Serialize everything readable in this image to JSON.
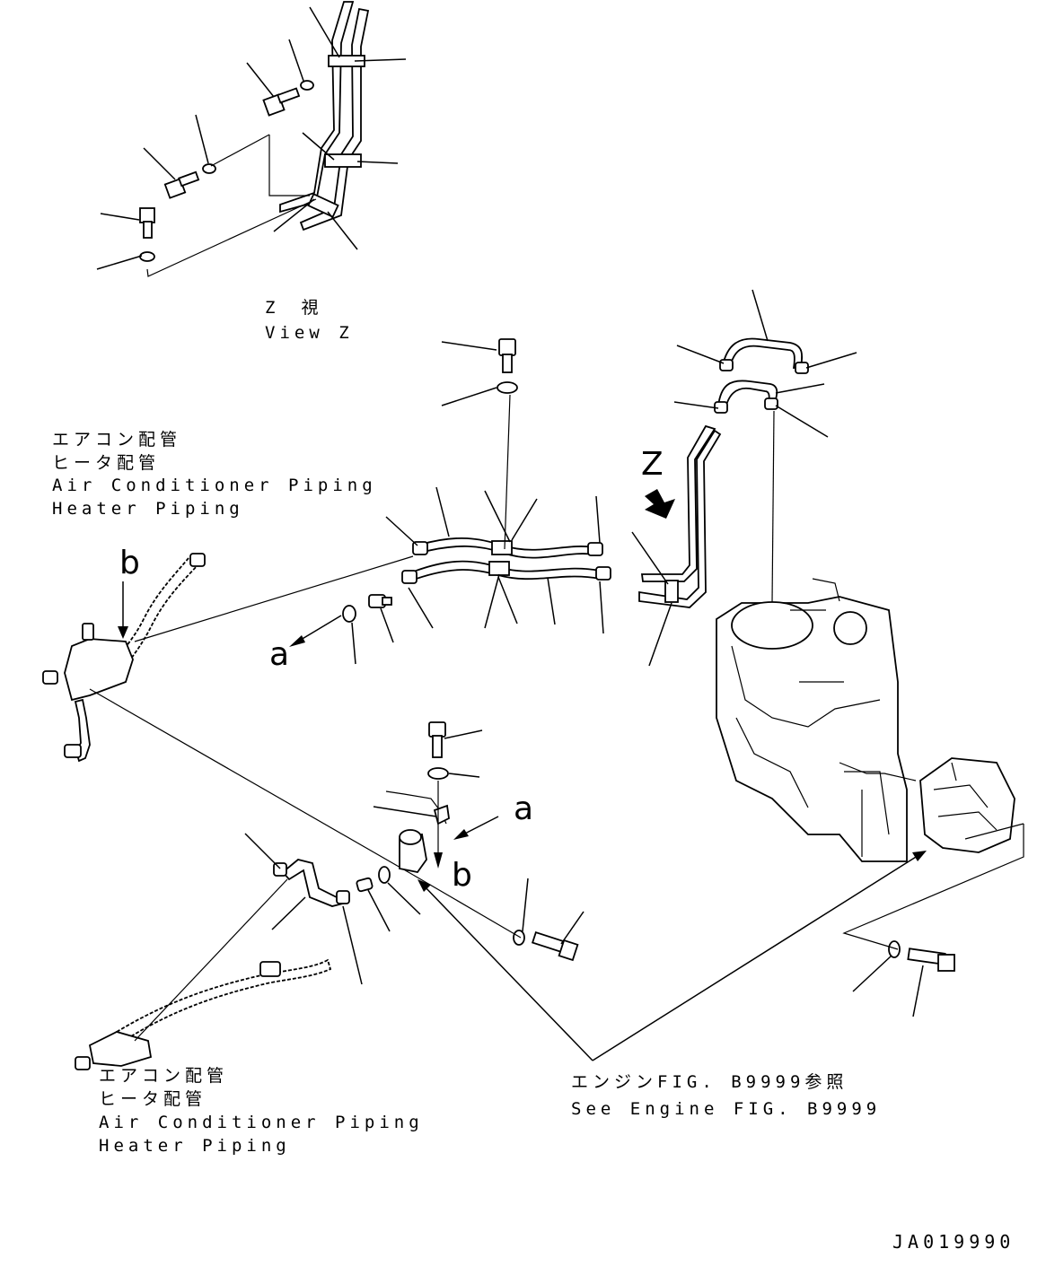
{
  "labels": {
    "view_z_jp": "Z　視",
    "view_z_en": "View Z",
    "ac_jp_top_1": "エアコン配管",
    "ac_jp_top_2": "ヒータ配管",
    "ac_en_top_1": "Air Conditioner Piping",
    "ac_en_top_2": "Heater Piping",
    "ac_jp_bottom_1": "エアコン配管",
    "ac_jp_bottom_2": "ヒータ配管",
    "ac_en_bottom_1": "Air Conditioner Piping",
    "ac_en_bottom_2": "Heater Piping",
    "engine_ref_jp": "エンジンFIG. B9999参照",
    "engine_ref_en": "See Engine FIG. B9999",
    "callout_z": "Z",
    "callout_a_left": "a",
    "callout_a_right": "a",
    "callout_b_top": "b",
    "callout_b_bottom": "b",
    "drawing_id": "JA019990"
  },
  "colors": {
    "line": "#000000",
    "background": "#ffffff"
  }
}
